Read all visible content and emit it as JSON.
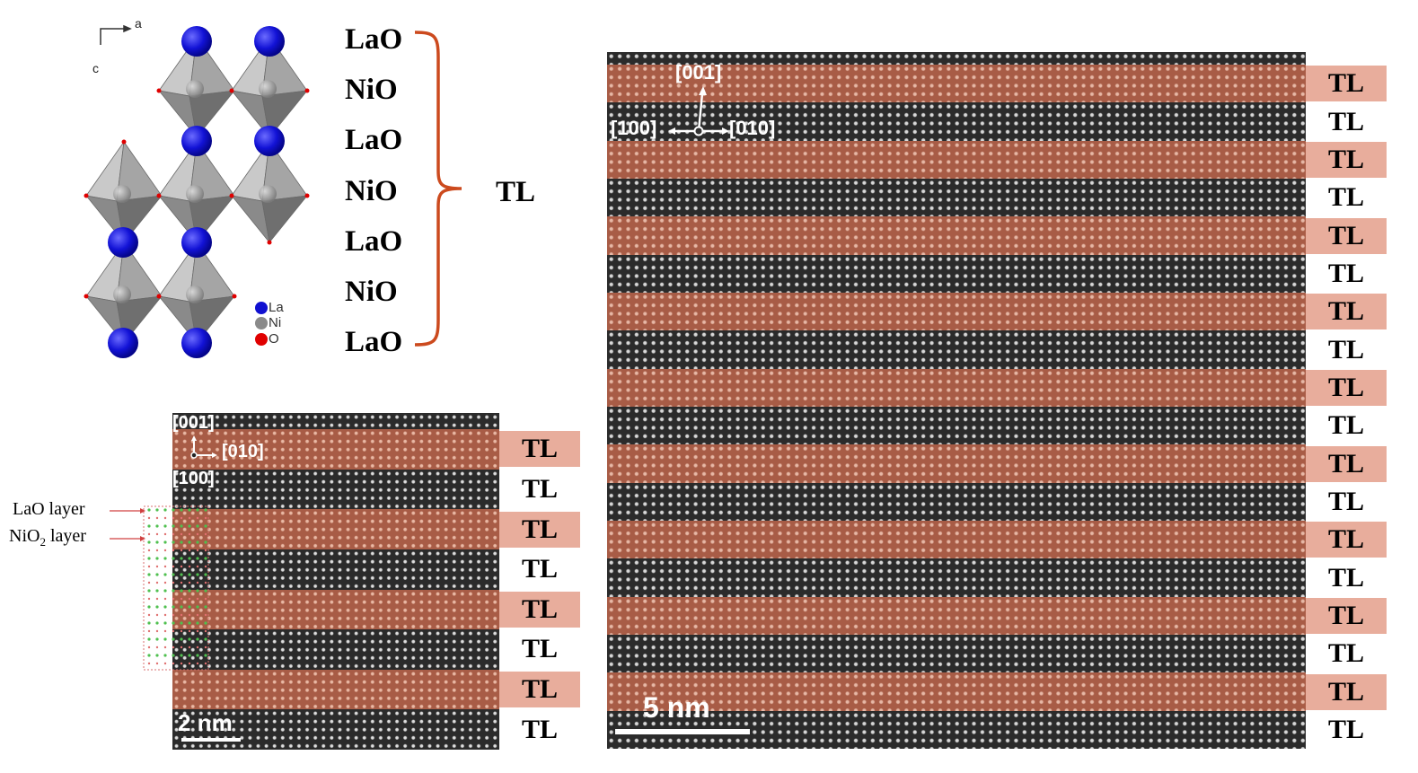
{
  "crystal": {
    "axis_a": "a",
    "axis_c": "c",
    "layers": [
      "LaO",
      "NiO",
      "LaO",
      "NiO",
      "LaO",
      "NiO",
      "LaO"
    ],
    "bracket_label": "TL",
    "bracket_color": "#cc4a1e",
    "legend": [
      {
        "label": "La",
        "color": "#1010d0"
      },
      {
        "label": "Ni",
        "color": "#8a8a8a"
      },
      {
        "label": "O",
        "color": "#e00000"
      }
    ]
  },
  "stem_small": {
    "dir_top": "[001]",
    "dir_right": "[010]",
    "dir_bottom": "[100]",
    "scale": "2 nm",
    "labels": [
      "TL",
      "TL",
      "TL",
      "TL",
      "TL",
      "TL",
      "TL",
      "TL"
    ],
    "highlighted": [
      true,
      false,
      true,
      false,
      true,
      false,
      true,
      false
    ],
    "annot_lao": "LaO layer",
    "annot_nio2_main": "NiO",
    "annot_nio2_sub": "2",
    "annot_nio2_tail": " layer"
  },
  "stem_large": {
    "dir_top": "[001]",
    "dir_left": "[100]",
    "dir_right": "[010]",
    "scale": "5 nm",
    "labels": [
      "TL",
      "TL",
      "TL",
      "TL",
      "TL",
      "TL",
      "TL",
      "TL",
      "TL",
      "TL",
      "TL",
      "TL",
      "TL",
      "TL",
      "TL",
      "TL",
      "TL",
      "TL"
    ],
    "highlighted": [
      true,
      false,
      true,
      false,
      true,
      false,
      true,
      false,
      true,
      false,
      true,
      false,
      true,
      false,
      true,
      false,
      true,
      false
    ]
  },
  "colors": {
    "tl_band": "#a85c46",
    "tl_highlight": "#e8ad9c",
    "lno_band": "#2b2b2b"
  }
}
